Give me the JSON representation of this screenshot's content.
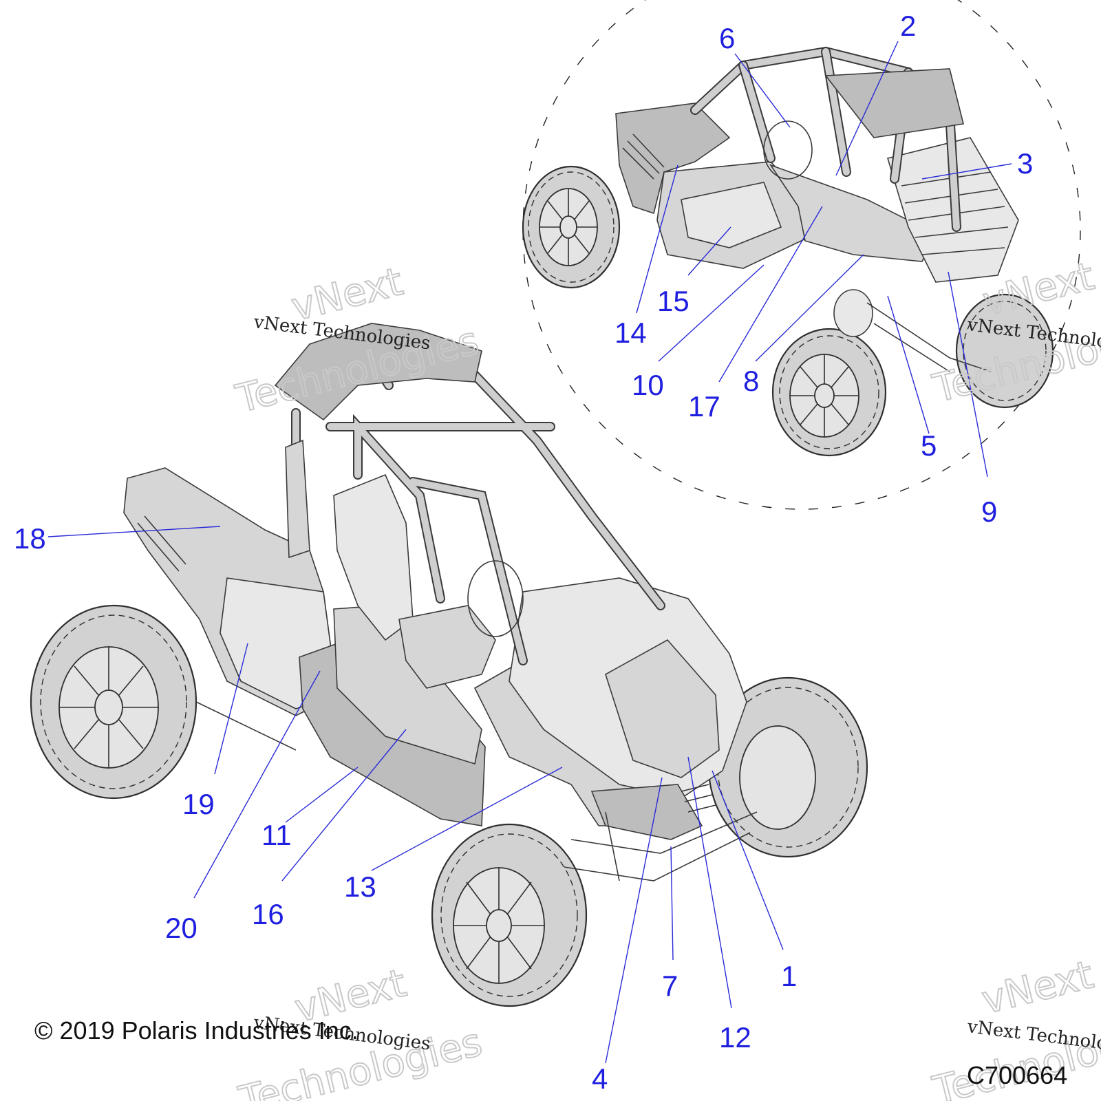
{
  "copyright": "© 2019 Polaris Industries Inc.",
  "figure_code": "C700664",
  "watermark": {
    "line": "vNext Technologies",
    "word1": "vNext",
    "word2": "Technologies"
  },
  "callouts": {
    "c1": "1",
    "c2": "2",
    "c3": "3",
    "c4": "4",
    "c5": "5",
    "c6": "6",
    "c7": "7",
    "c8": "8",
    "c9": "9",
    "c10": "10",
    "c11": "11",
    "c12": "12",
    "c13": "13",
    "c14": "14",
    "c15": "15",
    "c16": "16",
    "c17": "17",
    "c18": "18",
    "c19": "19",
    "c20": "20"
  },
  "colors": {
    "callout": "#1f1fe0",
    "line_art": "#3a3a3a",
    "panel_fill": "#d6d6d6"
  }
}
